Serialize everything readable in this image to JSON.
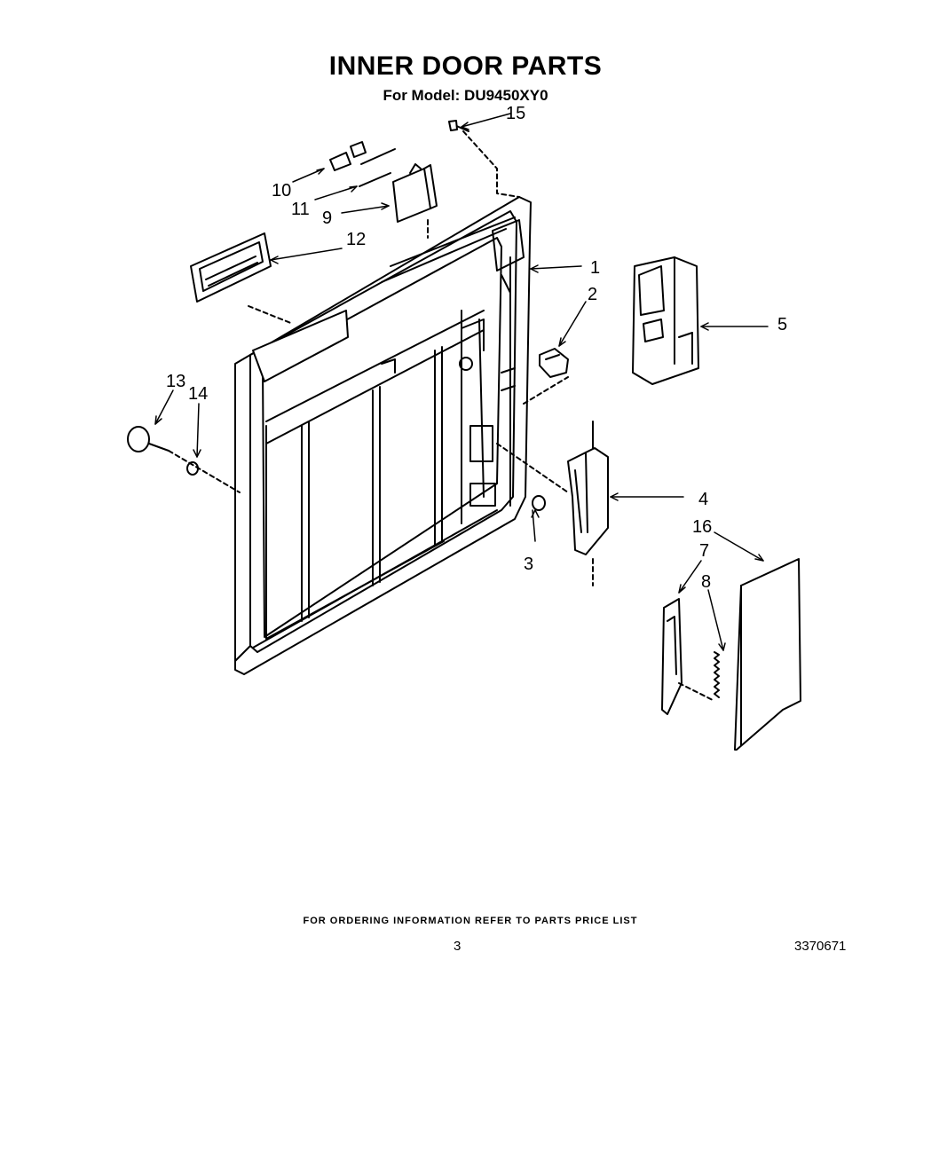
{
  "header": {
    "title": "INNER DOOR PARTS",
    "model_line": "For Model: DU9450XY0"
  },
  "diagram": {
    "callouts": [
      "1",
      "2",
      "3",
      "4",
      "5",
      "7",
      "8",
      "9",
      "10",
      "11",
      "12",
      "13",
      "14",
      "15",
      "16"
    ]
  },
  "footer": {
    "ordering_note": "FOR ORDERING INFORMATION REFER TO PARTS PRICE LIST",
    "page_number": "3",
    "document_number": "3370671"
  }
}
